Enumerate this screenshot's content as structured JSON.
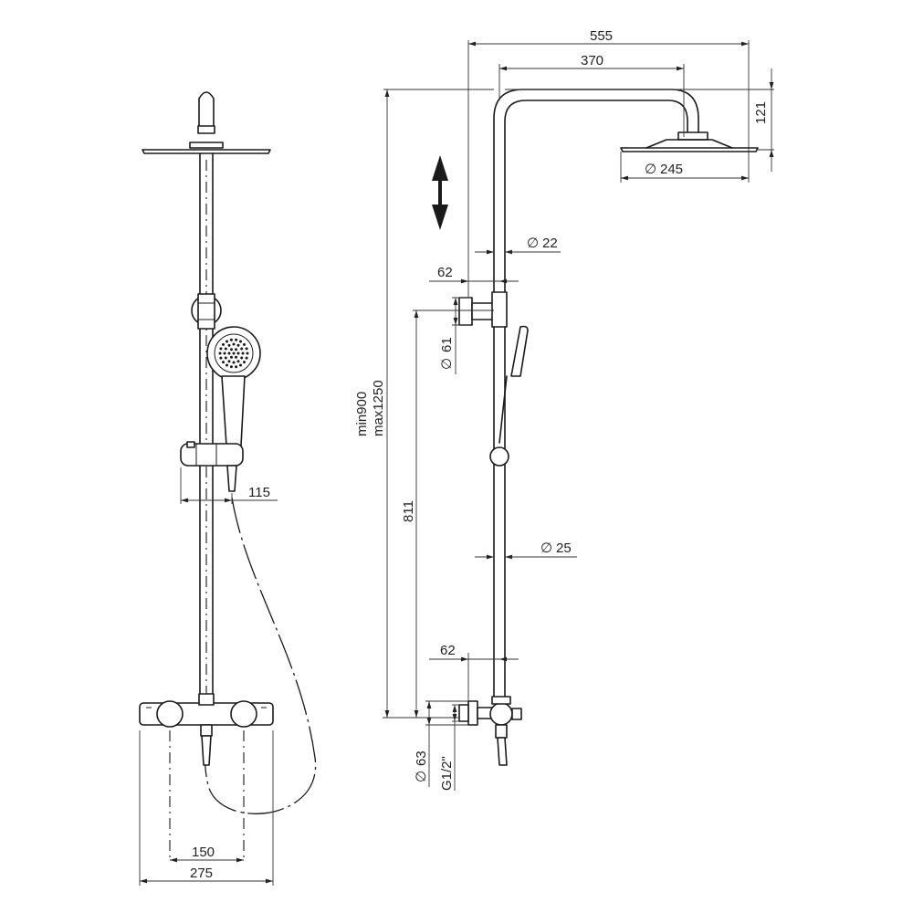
{
  "dimensions": {
    "width_total": "555",
    "arm_reach": "370",
    "head_height": "121",
    "head_diameter": "245",
    "riser_diameter_top": "22",
    "offset_top": "62",
    "bracket_diameter": "61",
    "height_range_min": "min900",
    "height_range_max": "max1250",
    "outlet_height": "811",
    "riser_diameter": "25",
    "offset_bottom": "62",
    "inlet_flange_diameter": "63",
    "inlet_thread": "G1/2\"",
    "slider_offset": "115",
    "inlet_spacing": "150",
    "mixer_width": "275"
  },
  "symbols": {
    "adjustable_height": "double-arrow-icon"
  }
}
